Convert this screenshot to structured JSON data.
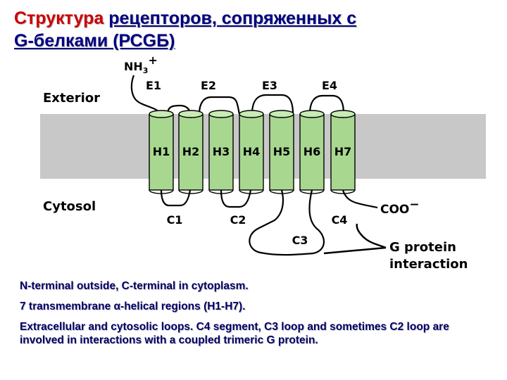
{
  "title": {
    "part_red": "Структура",
    "part_blue_line1": "рецепторов, сопряженных с",
    "part_blue_line2": "G-белками (РСGБ)"
  },
  "diagram": {
    "n_terminus_label": "NH",
    "n_terminus_sub": "3",
    "n_terminus_sup": "+",
    "exterior_label": "Exterior",
    "cytosol_label": "Cytosol",
    "c_terminus_label": "COO",
    "c_terminus_sup": "−",
    "g_protein_line1": "G protein",
    "g_protein_line2": "interaction",
    "helices": [
      "H1",
      "H2",
      "H3",
      "H4",
      "H5",
      "H6",
      "H7"
    ],
    "extracellular_loops": [
      "E1",
      "E2",
      "E3",
      "E4"
    ],
    "cytosolic_loops": [
      "C1",
      "C2",
      "C3",
      "C4"
    ],
    "colors": {
      "membrane": "#c8c8c8",
      "helix_fill": "#a8d890",
      "helix_top": "#c8ecb4",
      "line": "#000000"
    }
  },
  "notes": [
    "N-terminal outside, C-terminal in cytoplasm.",
    "7 transmembrane α-helical regions (H1-H7).",
    "Extracellular and cytosolic loops.  C4 segment, C3 loop and sometimes C2 loop are involved in interactions with a coupled trimeric G protein."
  ]
}
